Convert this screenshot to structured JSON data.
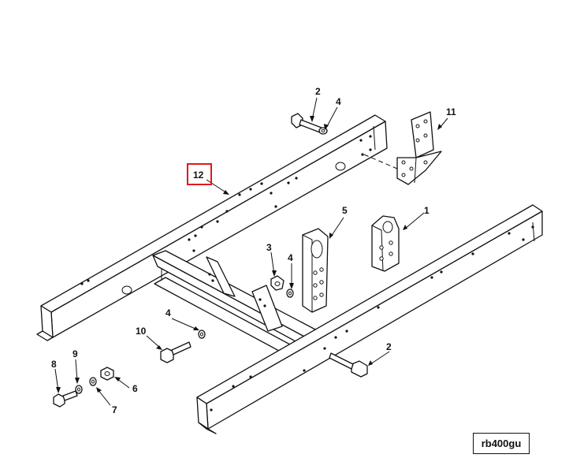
{
  "callouts": {
    "c1": "1",
    "c2a": "2",
    "c2b": "2",
    "c3": "3",
    "c4a": "4",
    "c4b": "4",
    "c4c": "4",
    "c5": "5",
    "c6": "6",
    "c7": "7",
    "c8": "8",
    "c9": "9",
    "c10": "10",
    "c11": "11",
    "c12": "12"
  },
  "highlighted_callout": "12",
  "highlight_color": "#e3161b",
  "reference_code": "rb400gu"
}
